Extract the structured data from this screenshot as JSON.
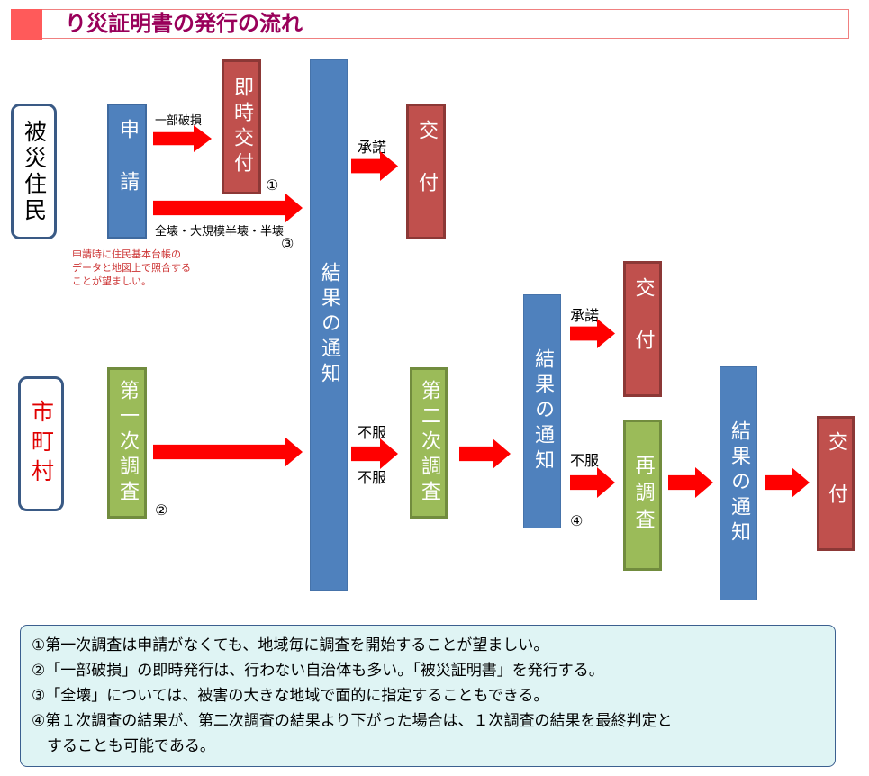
{
  "title": "り災証明書の発行の流れ",
  "actors": {
    "resident": "被災住民",
    "municipality": "市町村"
  },
  "boxes": {
    "apply": "申請",
    "immediate": "即時交付",
    "notify1": "結果の通知",
    "issue1": "交付",
    "survey1": "第一次調査",
    "survey2": "第二次調査",
    "notify2": "結果の通知",
    "issue2": "交付",
    "resurvey": "再調査",
    "notify3": "結果の通知",
    "issue3": "交付"
  },
  "labels": {
    "partial": "一部破損",
    "total": "全壊・大規模半壊・半壊",
    "accept1": "承諾",
    "objection1a": "不服",
    "objection1b": "不服",
    "accept2": "承諾",
    "objection2": "不服",
    "c1": "①",
    "c2": "②",
    "c3": "③",
    "c4": "④"
  },
  "note": [
    "申請時に住民基本台帳の",
    "データと地図上で照合する",
    "ことが望ましい。"
  ],
  "footnotes": [
    "①第一次調査は申請がなくても、地域毎に調査を開始することが望ましい。",
    "②「一部破損」の即時発行は、行わない自治体も多い。「被災証明書」を発行する。",
    "③「全壊」については、被害の大きな地域で面的に指定することもできる。",
    "④第１次調査の結果が、第二次調査の結果より下がった場合は、１次調査の結果を最終判定と",
    "　することも可能である。"
  ],
  "colors": {
    "blue": "#4f81bd",
    "red": "#c0504d",
    "green": "#9bbb59",
    "arrow": "#ff0000",
    "title": "#99005a"
  }
}
